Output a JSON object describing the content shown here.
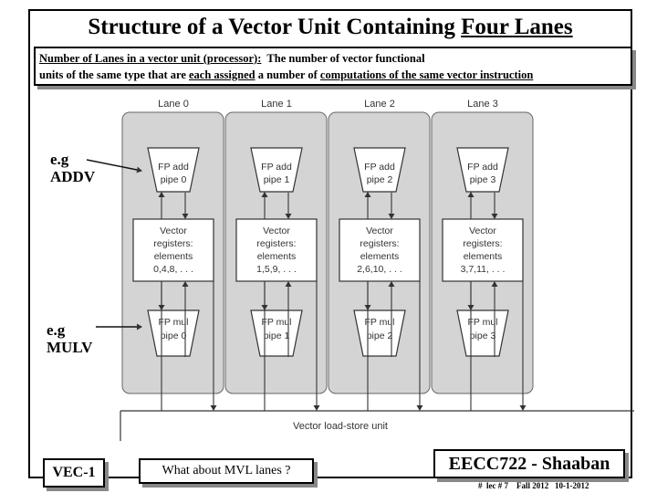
{
  "slide": {
    "title_pre": "Structure of a Vector Unit Containing ",
    "title_underlined": "Four Lanes",
    "definition": {
      "l1_a": "Number of Lanes in a vector unit (processor):",
      "l1_b": "  The number of vector functional",
      "l2_a": "units of the same type that are ",
      "l2_u1": "each assigned",
      "l2_b": " a number of ",
      "l2_u2": "computations of the same vector instruction"
    },
    "eg_addv_1": "e.g",
    "eg_addv_2": "ADDV",
    "eg_mulv_1": "e.g",
    "eg_mulv_2": "MULV"
  },
  "lanes": [
    {
      "name": "Lane 0",
      "add_1": "FP add",
      "add_2": "pipe 0",
      "reg_1": "Vector",
      "reg_2": "registers:",
      "reg_3": "elements",
      "reg_4": "0,4,8, . . .",
      "mul_1": "FP mul",
      "mul_2": "pipe 0"
    },
    {
      "name": "Lane 1",
      "add_1": "FP add",
      "add_2": "pipe 1",
      "reg_1": "Vector",
      "reg_2": "registers:",
      "reg_3": "elements",
      "reg_4": "1,5,9, . . .",
      "mul_1": "FP mul",
      "mul_2": "pipe 1"
    },
    {
      "name": "Lane 2",
      "add_1": "FP add",
      "add_2": "pipe 2",
      "reg_1": "Vector",
      "reg_2": "registers:",
      "reg_3": "elements",
      "reg_4": "2,6,10, . . .",
      "mul_1": "FP mul",
      "mul_2": "pipe 2"
    },
    {
      "name": "Lane 3",
      "add_1": "FP add",
      "add_2": "pipe 3",
      "reg_1": "Vector",
      "reg_2": "registers:",
      "reg_3": "elements",
      "reg_4": "3,7,11, . . .",
      "mul_1": "FP mul",
      "mul_2": "pipe 3"
    }
  ],
  "lsu_label": "Vector load-store unit",
  "footer": {
    "left": "VEC-1",
    "question": "What about MVL lanes ?",
    "course": "EECC722 - Shaaban",
    "small": "#  lec # 7    Fall 2012   10-1-2012"
  },
  "colors": {
    "lane_bg": "#d4d4d4",
    "stroke": "#333333",
    "shadow": "#888888"
  }
}
